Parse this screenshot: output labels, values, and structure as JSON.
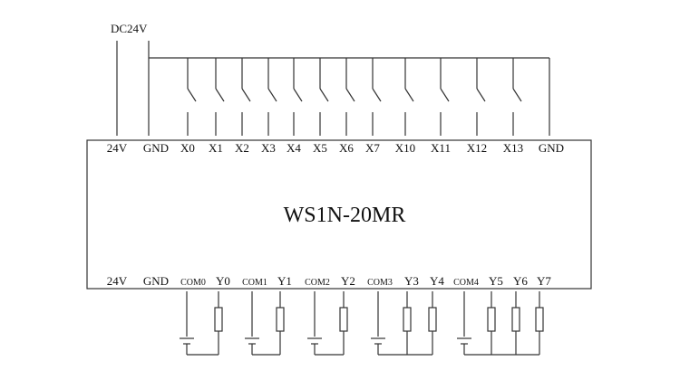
{
  "supply_label": "DC24V",
  "module_label": "WS1N-20MR",
  "top_terminals": [
    "24V",
    "GND",
    "X0",
    "X1",
    "X2",
    "X3",
    "X4",
    "X5",
    "X6",
    "X7",
    "X10",
    "X11",
    "X12",
    "X13",
    "GND"
  ],
  "bottom_terminals": [
    {
      "label": "24V",
      "small": false
    },
    {
      "label": "GND",
      "small": false
    },
    {
      "label": "COM0",
      "small": true
    },
    {
      "label": "Y0",
      "small": false
    },
    {
      "label": "COM1",
      "small": true
    },
    {
      "label": "Y1",
      "small": false
    },
    {
      "label": "COM2",
      "small": true
    },
    {
      "label": "Y2",
      "small": false
    },
    {
      "label": "COM3",
      "small": true
    },
    {
      "label": "Y3",
      "small": false
    },
    {
      "label": "Y4",
      "small": false
    },
    {
      "label": "COM4",
      "small": true
    },
    {
      "label": "Y5",
      "small": false
    },
    {
      "label": "Y6",
      "small": false
    },
    {
      "label": "Y7",
      "small": false
    }
  ],
  "output_groups": [
    {
      "com": "COM0",
      "outputs": [
        "Y0"
      ]
    },
    {
      "com": "COM1",
      "outputs": [
        "Y1"
      ]
    },
    {
      "com": "COM2",
      "outputs": [
        "Y2"
      ]
    },
    {
      "com": "COM3",
      "outputs": [
        "Y3",
        "Y4"
      ]
    },
    {
      "com": "COM4",
      "outputs": [
        "Y5",
        "Y6",
        "Y7"
      ]
    }
  ]
}
